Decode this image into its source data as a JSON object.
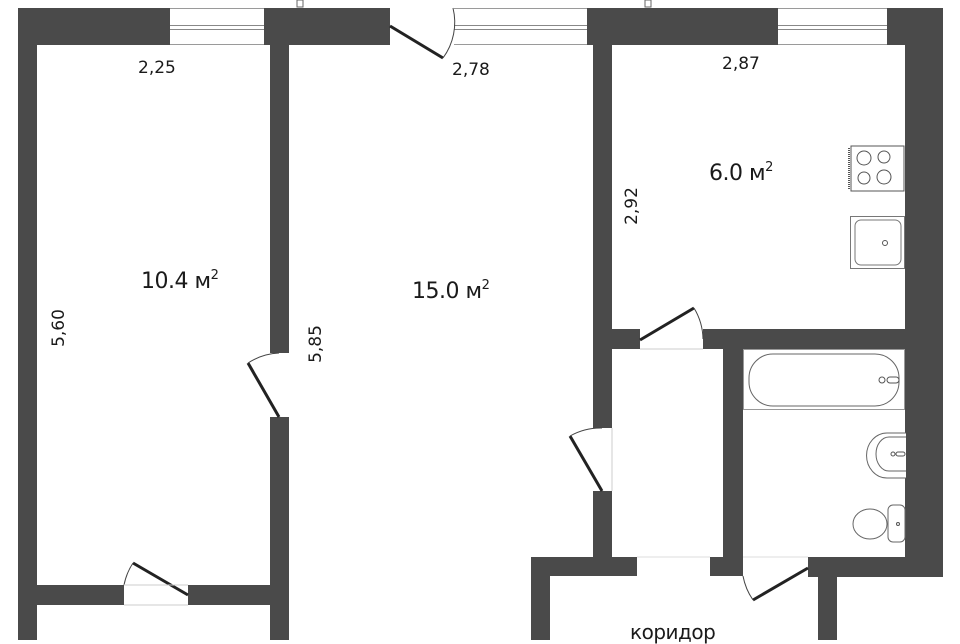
{
  "plan": {
    "wall_color": "#4a4a4a",
    "background": "#ffffff",
    "unit": "м",
    "area_unit_sup": "2",
    "rooms": [
      {
        "id": "room-left",
        "area": "10.4 м",
        "width_dim": "2,25",
        "length_dim": "5,60"
      },
      {
        "id": "room-center",
        "area": "15.0 м",
        "width_dim": "2,78",
        "length_dim": "5,85"
      },
      {
        "id": "kitchen",
        "area": "6.0 м",
        "width_dim": "2,87",
        "length_dim": "2,92",
        "fixtures": [
          "stove",
          "sink"
        ]
      },
      {
        "id": "bathroom",
        "fixtures": [
          "bathtub",
          "washbasin",
          "toilet"
        ]
      },
      {
        "id": "corridor",
        "label": "коридор"
      }
    ]
  }
}
